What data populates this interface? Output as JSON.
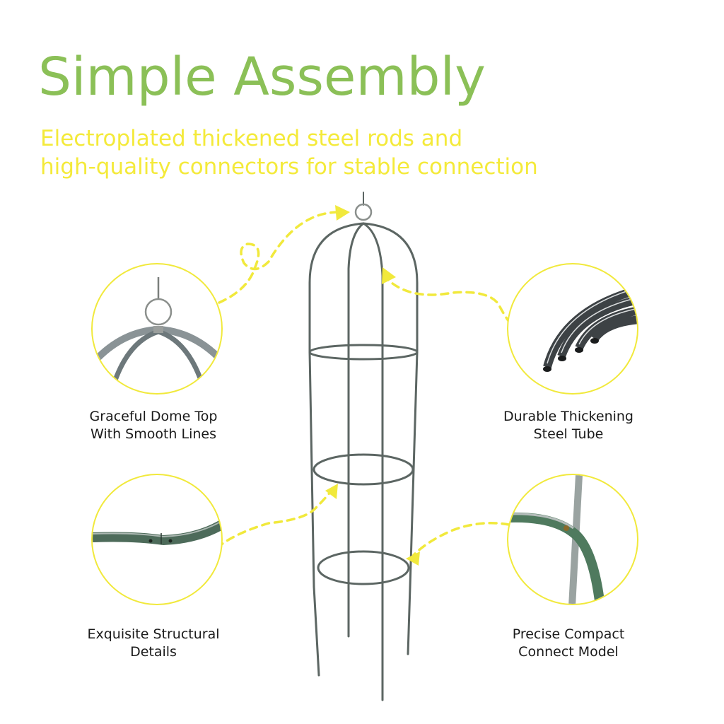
{
  "header": {
    "title": "Simple Assembly",
    "subtitle_lines": [
      "Electroplated thickened steel rods and",
      "high-quality connectors for stable connection"
    ]
  },
  "features": [
    {
      "label_line1": "Graceful Dome Top",
      "label_line2": "With Smooth Lines",
      "icon": "dome-top-ring-detail"
    },
    {
      "label_line1": "Durable Thickening",
      "label_line2": "Steel Tube",
      "icon": "steel-tubes-detail"
    },
    {
      "label_line1": "Exquisite Structural",
      "label_line2": "Details",
      "icon": "ring-joint-detail"
    },
    {
      "label_line1": "Precise Compact",
      "label_line2": "Connect Model",
      "icon": "screw-connector-detail"
    }
  ],
  "colors": {
    "title": "#8bc057",
    "subtitle": "#f4ea3a",
    "accent_yellow": "#f1e93c",
    "caption": "#1a1a1a",
    "metal": "#5e6a66"
  }
}
